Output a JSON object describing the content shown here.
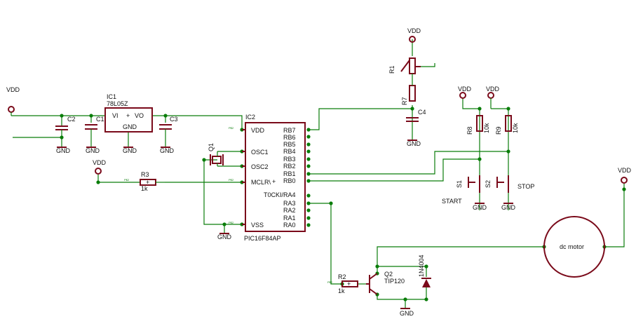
{
  "supply": {
    "vdd": "VDD",
    "gnd": "GND"
  },
  "ic1": {
    "name": "IC1",
    "value": "78L05Z",
    "vi": "VI",
    "vo": "VO",
    "gnd": "GND"
  },
  "caps": {
    "c1": "C1",
    "c2": "C2",
    "c3": "C3",
    "c4": "C4"
  },
  "ic2": {
    "name": "IC2",
    "value": "PIC16F84AP",
    "left_pins": [
      "VDD",
      "OSC1",
      "OSC2",
      "MCLR\\",
      "VSS"
    ],
    "right_pins": [
      "RB7",
      "RB6",
      "RB5",
      "RB4",
      "RB3",
      "RB2",
      "RB1",
      "RB0",
      "T0CKI/RA4",
      "RA3",
      "RA2",
      "RA1",
      "RA0"
    ]
  },
  "crystal": {
    "name": "Q1"
  },
  "resistors": {
    "r1": "R1",
    "r2": {
      "name": "R2",
      "value": "1k"
    },
    "r3": {
      "name": "R3",
      "value": "1k"
    },
    "r7": "R7",
    "r8": {
      "name": "R8",
      "value": "10k"
    },
    "r9": {
      "name": "R9",
      "value": "10k"
    }
  },
  "switches": {
    "s1": "S1",
    "s2": "S2",
    "start": "START",
    "stop": "STOP"
  },
  "transistor": {
    "name": "Q2",
    "value": "TIP120"
  },
  "diode": {
    "value": "1N4004"
  },
  "motor": {
    "label": "dc motor"
  },
  "pin_tag": "P$2"
}
